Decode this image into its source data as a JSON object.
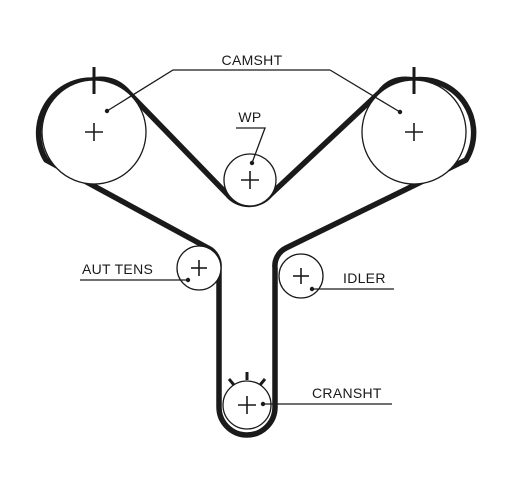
{
  "labels": {
    "camsht": "CAMSHT",
    "wp": "WP",
    "aut_tens": "AUT TENS",
    "idler": "IDLER",
    "cranshft": "CRANSHT"
  },
  "colors": {
    "ink": "#1a1a1a",
    "background": "#ffffff"
  }
}
